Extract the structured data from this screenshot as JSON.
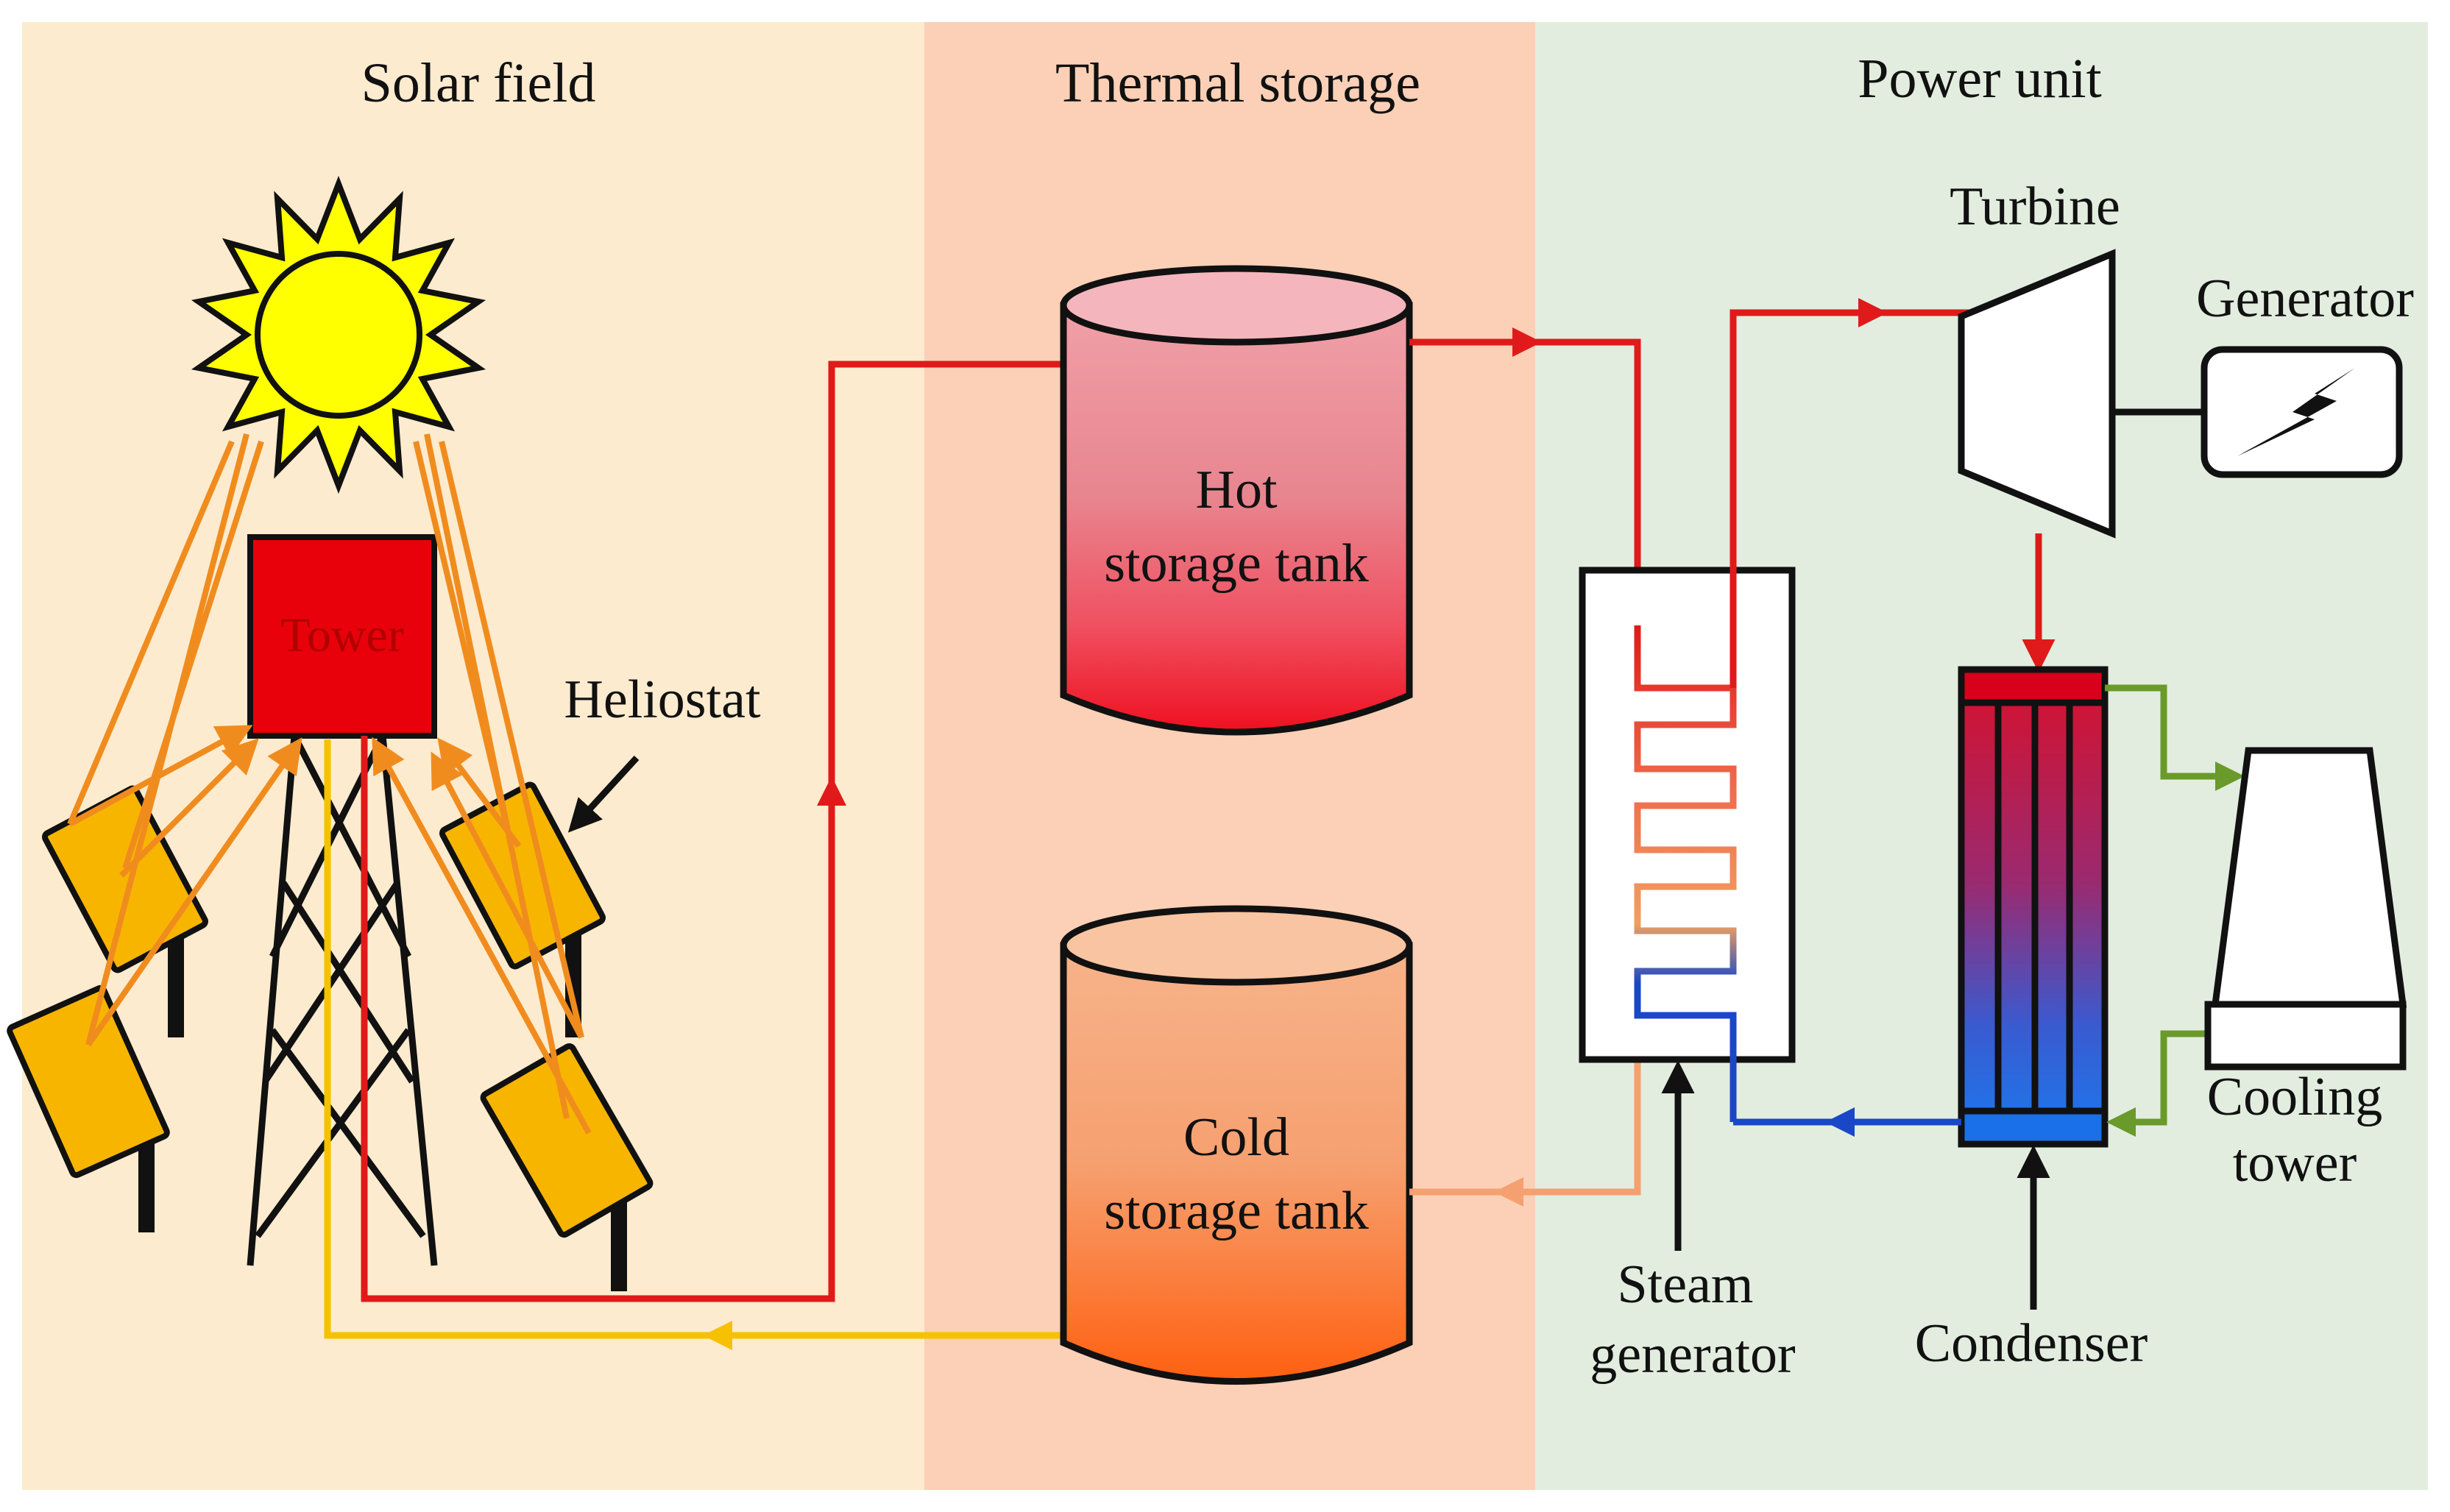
{
  "sections": {
    "solar_field": "Solar field",
    "thermal_storage": "Thermal storage",
    "power_unit": "Power unit"
  },
  "labels": {
    "tower": "Tower",
    "heliostat": "Heliostat",
    "hot_tank": [
      "Hot",
      "storage tank"
    ],
    "cold_tank": [
      "Cold",
      "storage tank"
    ],
    "turbine": "Turbine",
    "generator": "Generator",
    "steam_generator": [
      "Steam",
      "generator"
    ],
    "condenser": "Condenser",
    "cooling_tower": [
      "Cooling",
      "tower"
    ]
  },
  "colors": {
    "solar_bg": "#fdebcf",
    "storage_bg": "#fbd0b6",
    "power_bg": "#e2eddf",
    "hot_line": "#e01a1a",
    "cold_line": "#f5a070",
    "feed_line": "#f5c100",
    "sun_ray": "#f08c1e",
    "water_line": "#1a47c8",
    "cooling_line": "#6a9a2a",
    "heliostat": "#f7b500",
    "tower": "#e8000b",
    "sun": "#ffff00"
  },
  "icons": {
    "sun": "sun-icon",
    "generator": "lightning-bolt-icon"
  }
}
